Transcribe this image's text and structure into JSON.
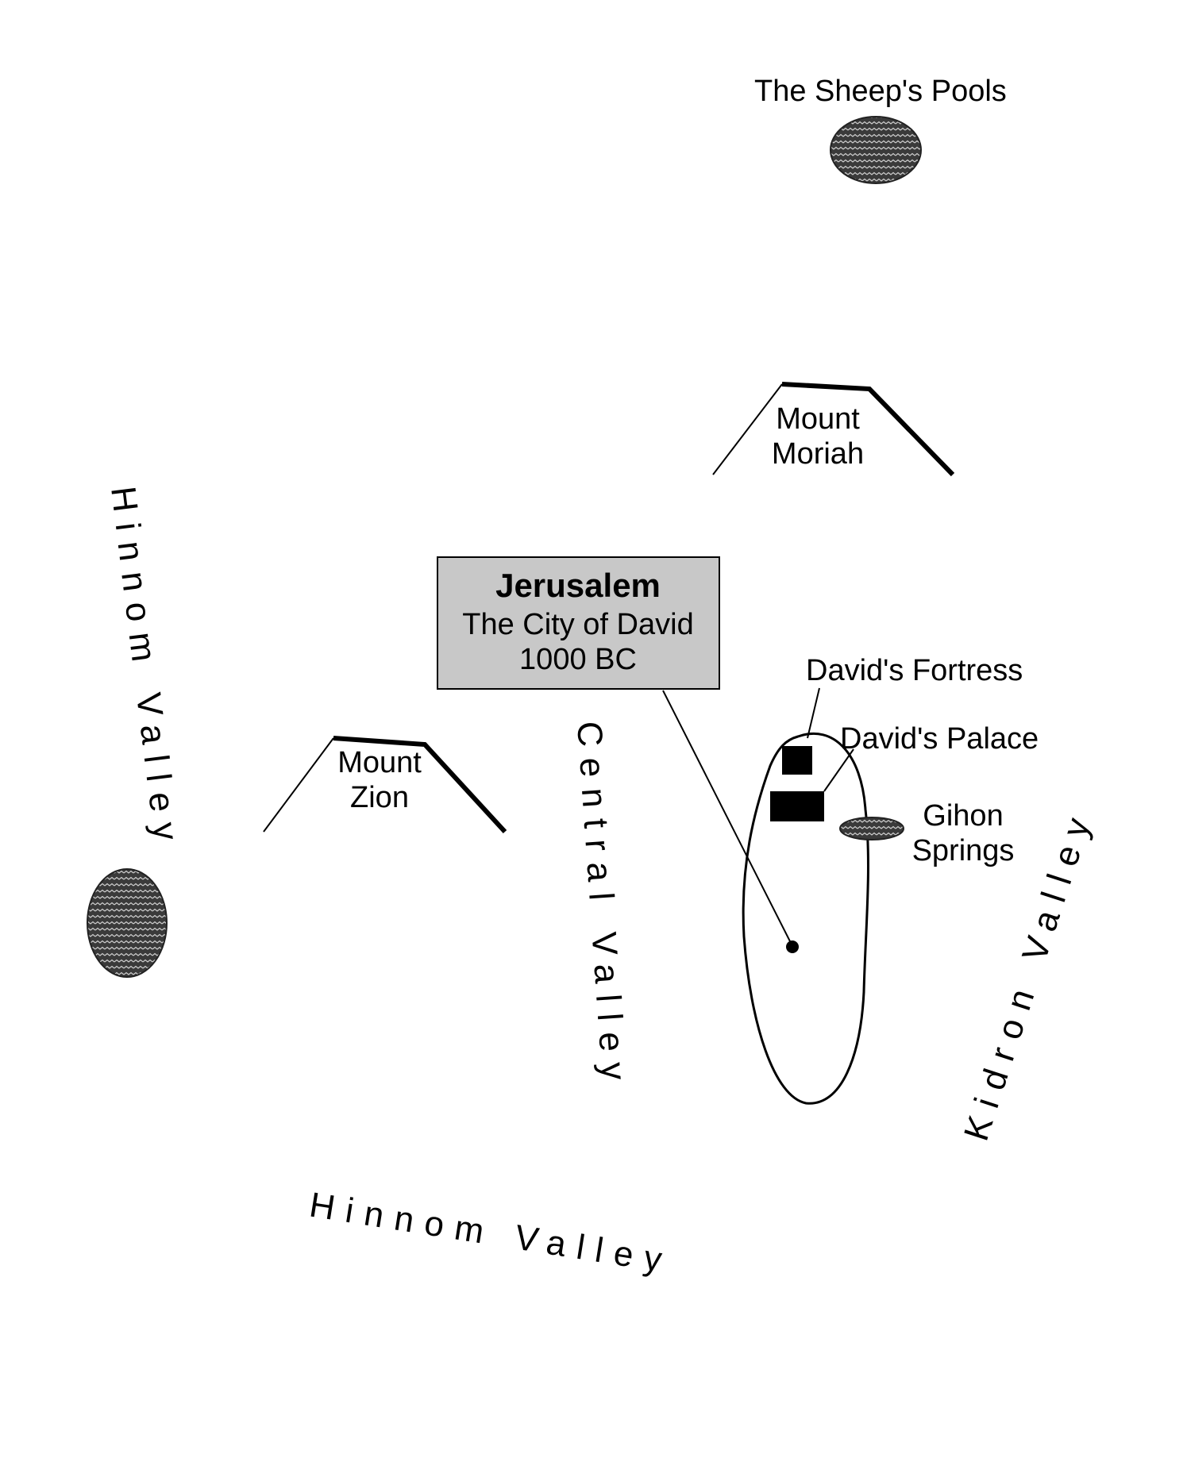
{
  "map": {
    "title_box": {
      "title": "Jerusalem",
      "subtitle": "The City of David",
      "date": "1000 BC"
    },
    "places": {
      "sheeps_pools": "The Sheep's Pools",
      "mount_moriah": [
        "Mount",
        "Moriah"
      ],
      "mount_zion": [
        "Mount",
        "Zion"
      ],
      "davids_fortress": "David's Fortress",
      "davids_palace": "David's Palace",
      "gihon_springs": [
        "Gihon",
        "Springs"
      ]
    },
    "valleys": {
      "hinnom_west": "Hinnom Valley",
      "hinnom_south": "Hinnom Valley",
      "central": "Central Valley",
      "kidron": "Kidron Valley"
    }
  }
}
